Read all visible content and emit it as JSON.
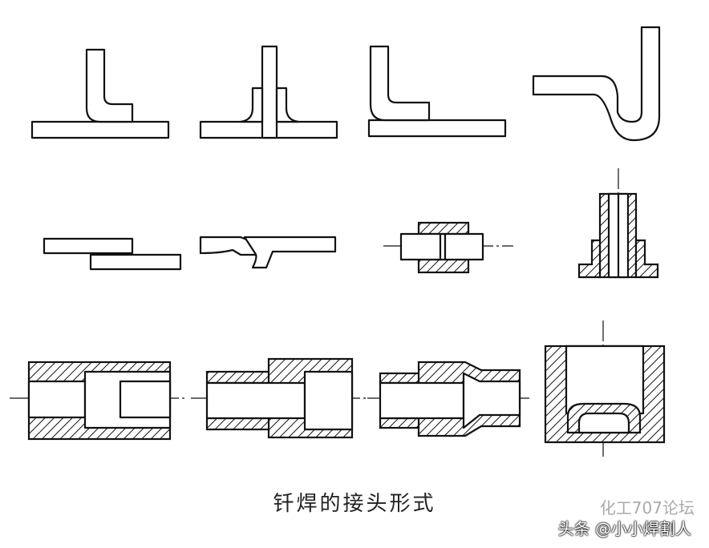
{
  "caption": "钎焊的接头形式",
  "watermark": "化工707论坛",
  "source": "头条 @小小焊割人"
}
